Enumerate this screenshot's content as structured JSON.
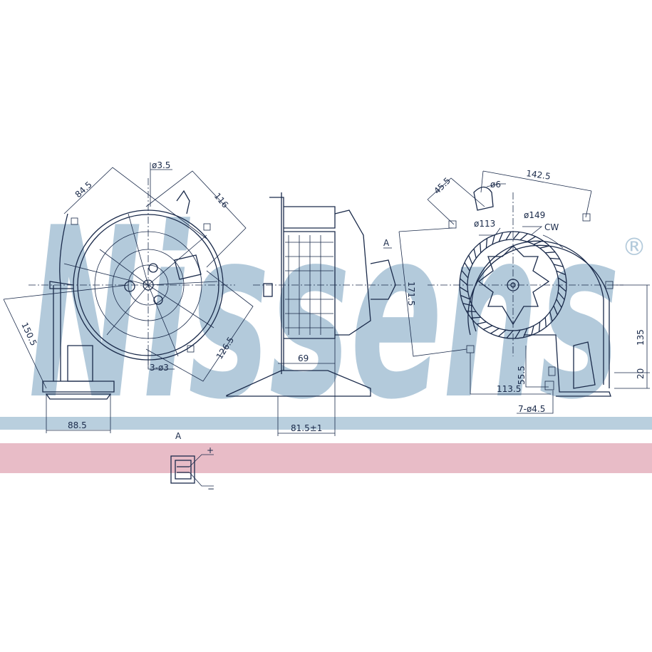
{
  "watermark": {
    "brand": "Nissens",
    "registered": "®"
  },
  "colors": {
    "blue_stripe": "#b9cfde",
    "pink_stripe": "#e8bcc7",
    "line": "#1a2a4a"
  },
  "front_view": {
    "dims": [
      "84.5",
      "ø3.5",
      "116",
      "150.5",
      "126.5",
      "3-ø3",
      "88.5"
    ]
  },
  "side_view": {
    "dims": [
      "69",
      "81.5±1"
    ],
    "view_marker": "A"
  },
  "rear_view": {
    "dims": [
      "45.5",
      "ø6",
      "142.5",
      "ø113",
      "ø149",
      "CW",
      "171.5",
      "135",
      "55.5",
      "20",
      "113.5",
      "7-ø4.5"
    ]
  },
  "connector_detail": {
    "label": "A",
    "plus": "+",
    "minus": "−"
  }
}
